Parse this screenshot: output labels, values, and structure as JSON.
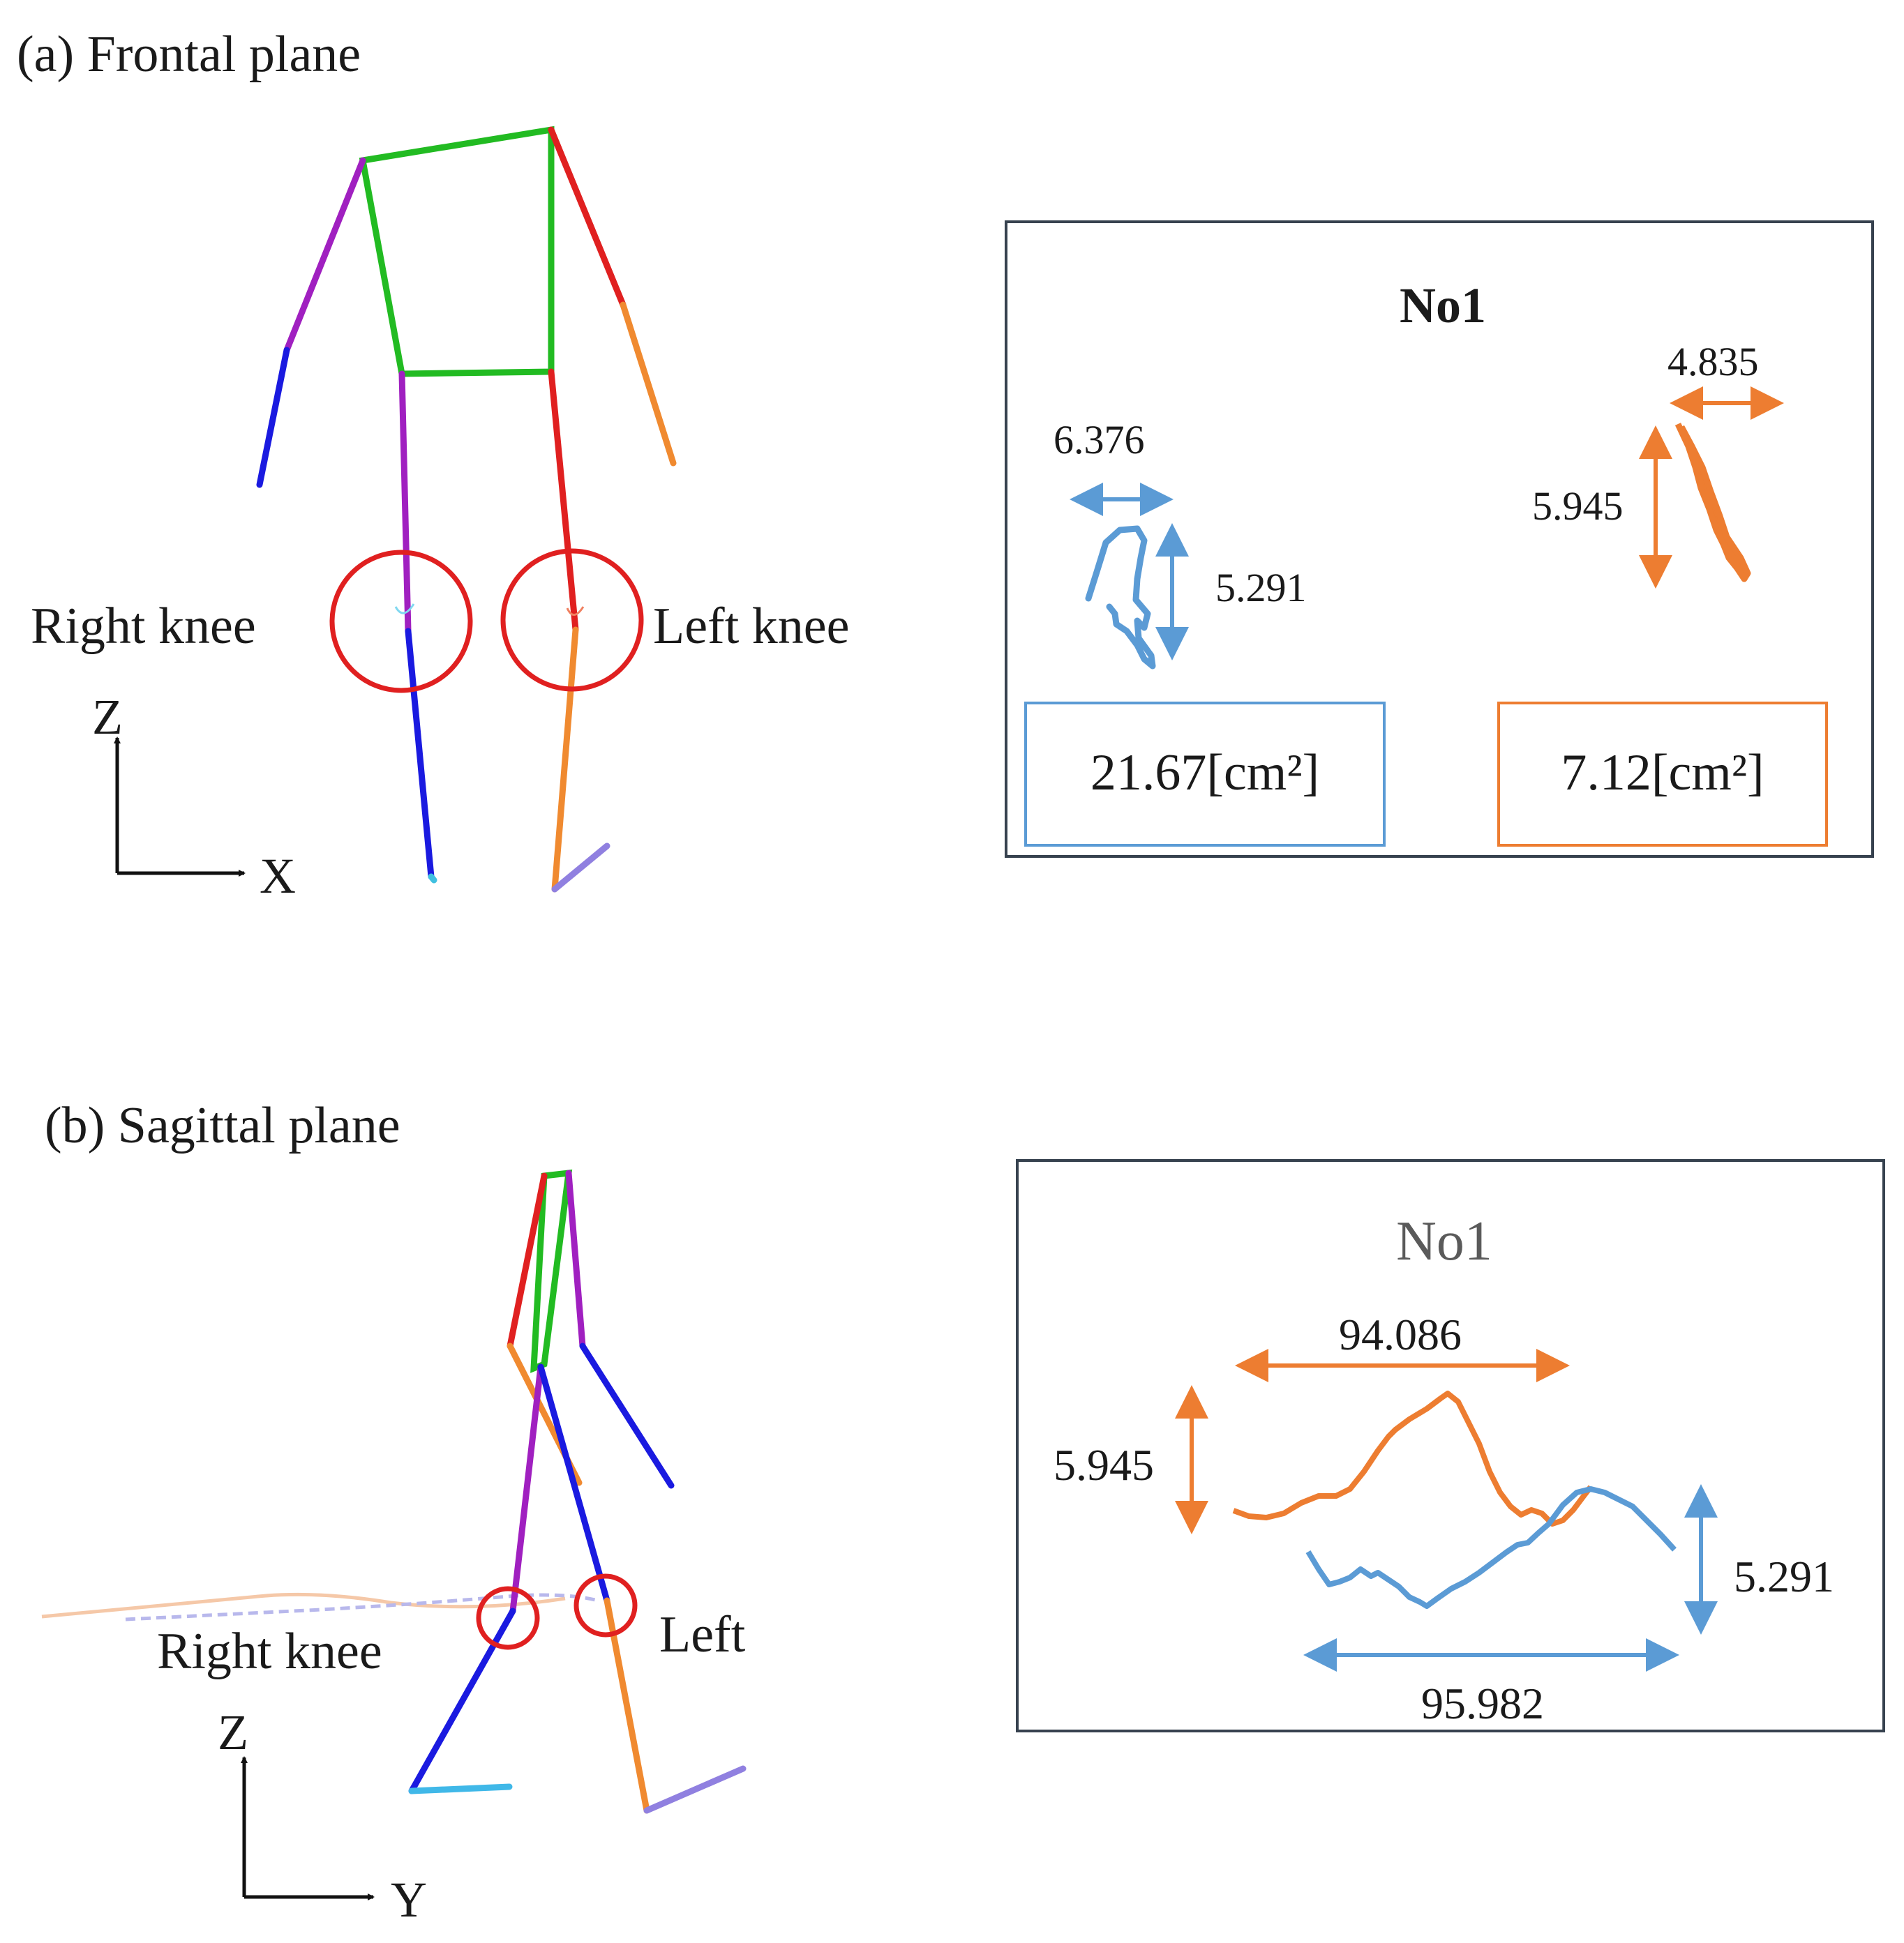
{
  "panel_a": {
    "title": "(a) Frontal plane",
    "right_knee_label": "Right  knee",
    "left_knee_label": "Left knee",
    "axis_vertical": "Z",
    "axis_horizontal": "X",
    "inset": {
      "title": "No1",
      "right_width": "6.376",
      "right_height": "5.291",
      "left_width": "4.835",
      "left_height": "5.945",
      "right_area": "21.67[cm²]",
      "left_area": "7.12[cm²]"
    }
  },
  "panel_b": {
    "title": "(b) Sagittal plane",
    "right_knee_label": "Right knee",
    "left_knee_label": "Left",
    "axis_vertical": "Z",
    "axis_horizontal": "Y",
    "inset": {
      "title": "No1",
      "left_width": "94.086",
      "left_height": "5.945",
      "right_height": "5.291",
      "right_width": "95.982"
    }
  },
  "colors": {
    "right_knee_trace": "#5b9bd5",
    "left_knee_trace": "#ed7d31",
    "knee_marker": "#e02020",
    "torso": "#22bb22",
    "limb_purple": "#a020c0",
    "limb_blue": "#1a1ae0",
    "limb_red": "#e02020",
    "limb_orange": "#f08a30"
  }
}
